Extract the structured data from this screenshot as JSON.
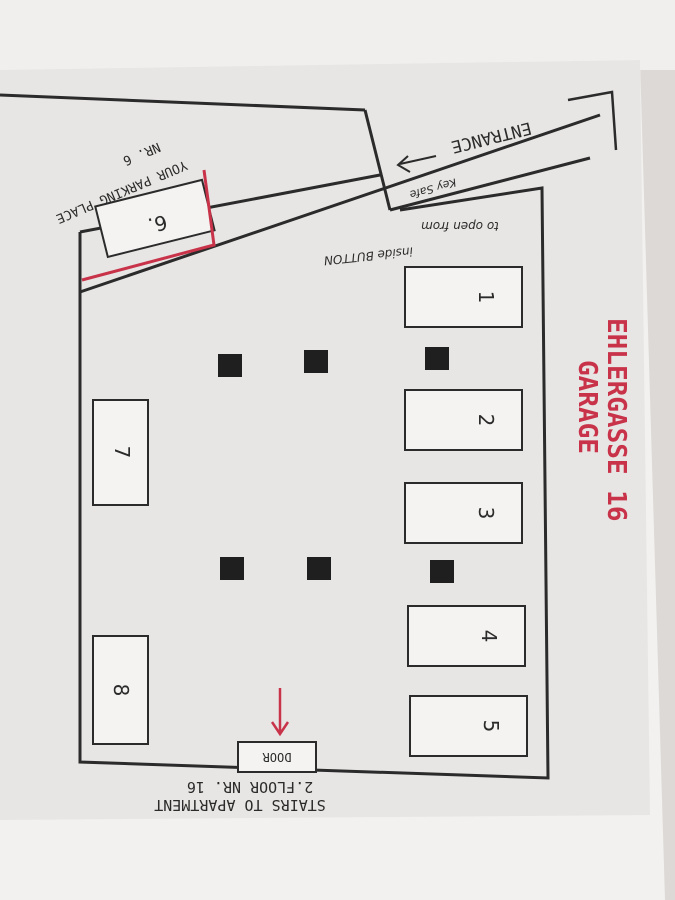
{
  "title_line1": "EHLERGASSE 16",
  "title_line2": "GARAGE",
  "entrance_label": "ENTRANCE",
  "key_safe_label": "Key Safe",
  "button_label_line1": "to open from",
  "button_label_line2": "inside BUTTON",
  "your_place_line1": "YOUR PARKING PLACE",
  "your_place_line2": "NR. 6",
  "stairs_line1": "STAIRS TO APARTMENT",
  "stairs_line2": "2.FLOOR NR. 16",
  "door_label": "DOOR",
  "spaces": [
    {
      "number": "1"
    },
    {
      "number": "2"
    },
    {
      "number": "3"
    },
    {
      "number": "4"
    },
    {
      "number": "5"
    },
    {
      "number": "6."
    },
    {
      "number": "7"
    },
    {
      "number": "8"
    }
  ],
  "colors": {
    "ink": "#2b2b2b",
    "accent": "#c8334a",
    "paper": "#eceae8"
  }
}
